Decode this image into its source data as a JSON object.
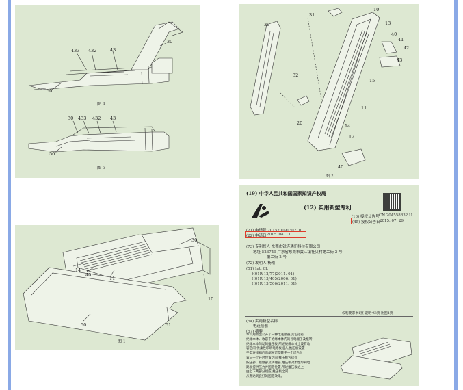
{
  "fig4": {
    "caption": "图 4",
    "labels": [
      "433",
      "432",
      "43",
      "30",
      "50"
    ]
  },
  "fig5": {
    "caption": "图 5",
    "labels": [
      "30",
      "433",
      "432",
      "43",
      "50"
    ]
  },
  "fig1": {
    "caption": "图 1",
    "labels": [
      "30",
      "14",
      "40",
      "11",
      "10",
      "50",
      "51"
    ]
  },
  "fig2": {
    "caption": "图 2",
    "labels": [
      "10",
      "13",
      "30",
      "31",
      "32",
      "20",
      "40",
      "41",
      "42",
      "43",
      "15",
      "11",
      "14",
      "12",
      "40"
    ]
  },
  "patent": {
    "header": "(19) 中华人民共和国国家知识产权局",
    "type": "(12) 实用新型专利",
    "pub_no_label": "(10) 授权公告号",
    "pub_no_value": "CN 204558832 U",
    "pub_date_label": "(45) 授权公告日",
    "pub_date_value": "2015. 07. 29",
    "app_no": "(21) 申请号 201520090302. 0",
    "app_date_label": "(22) 申请日",
    "app_date_value": "2015. 04. 11",
    "applicant": "(73) 专利权人  东莞市锐连通讯科技有限公司",
    "address_1": "地址  523749 广东省东莞市黄江镇社贝村第二街 2 号",
    "address_2": "第二街 2 号",
    "inventor": "(72) 发明人  杨刚",
    "int_cl": "(51) Int. Cl.",
    "cl_1": "H01R  12/77(2011. 01)",
    "cl_2": "H01R  13/405(2006. 01)",
    "cl_3": "H01R  13/506(2011. 01)",
    "footer_note": "权利要求书1页  说明书3页  附图4页",
    "title_label": "(54) 实用新型名称",
    "title_value": "电连接器",
    "abstract_label": "(57) 摘要",
    "abstract_lines": [
      "本实用新型公开了一种电连接器,其包括有",
      "绝缘本体、收容于绝缘本体内的导电端子及枢转",
      "绝缘本体的动的推压板,所述绝缘本体上设有收",
      "容空间,供柔性印刷电路板插入,推压板设置",
      "于电连接器的后端并可旋转于一个闭合位",
      "置与一个开启位置之间,推压板包括有",
      "按压部、接触部及转轴部,推压板对柔性印刷电",
      "路板提供压力并固定位置,所述推压板之上",
      "由上下两部分组成,推压板之间...",
      "从而达到良好的固定效果。"
    ]
  }
}
